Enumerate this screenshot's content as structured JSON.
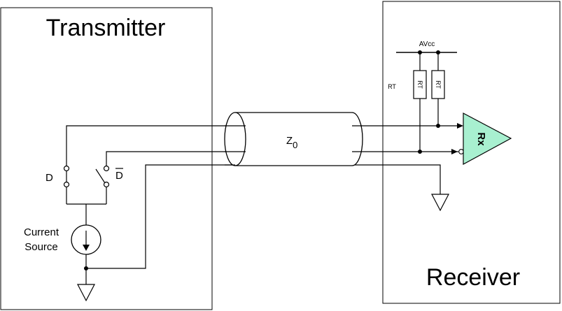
{
  "transmitter": {
    "title": "Transmitter"
  },
  "receiver": {
    "title": "Receiver"
  },
  "cable": {
    "label_main": "Z",
    "label_sub": "0"
  },
  "switches": {
    "d_label": "D",
    "dbar_label": "D"
  },
  "current_source": {
    "line1": "Current",
    "line2": "Source"
  },
  "termination": {
    "supply_label": "AVcc",
    "rt_side_label": "RT",
    "resistor_labels": [
      "RT",
      "RT"
    ]
  },
  "amplifier": {
    "label": "Rx",
    "fill_color": "#a8f0d0"
  }
}
